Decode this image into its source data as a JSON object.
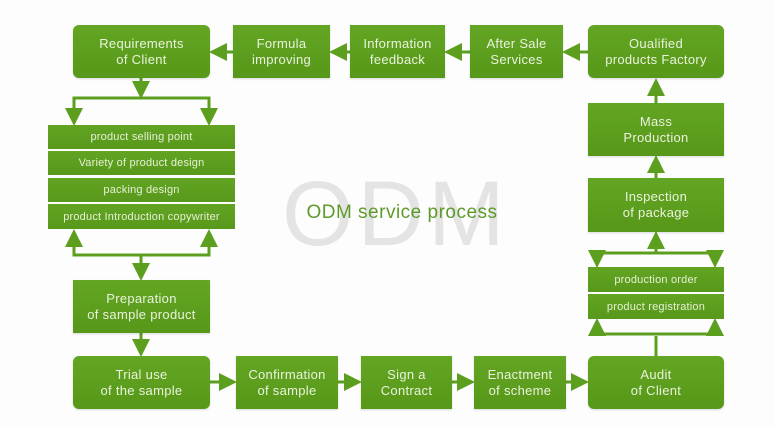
{
  "title": "ODM service process",
  "watermark": "ODM",
  "colors": {
    "box": "#5c9e1e",
    "box_text": "#eaf3dc",
    "connector": "#5c9e1e",
    "title": "#5d9a2a",
    "watermark": "#e4e4e4"
  },
  "nodes": {
    "requirements": "Requirements\nof Client",
    "formula": "Formula\nimproving",
    "information": "Information\nfeedback",
    "after_sale": "After Sale\nServices",
    "qualified": "Oualified\nproducts Factory",
    "mass": "Mass\nProduction",
    "inspection": "Inspection\nof package",
    "audit": "Audit\nof Client",
    "enactment": "Enactment\nof scheme",
    "sign": "Sign a\nContract",
    "confirmation": "Confirmation\nof sample",
    "trial": "Trial use\nof the sample",
    "preparation": "Preparation\nof sample product"
  },
  "left_stack": [
    "product selling point",
    "Variety of product design",
    "packing design",
    "product Introduction copywriter"
  ],
  "right_stack": [
    "production order",
    "product registration"
  ]
}
